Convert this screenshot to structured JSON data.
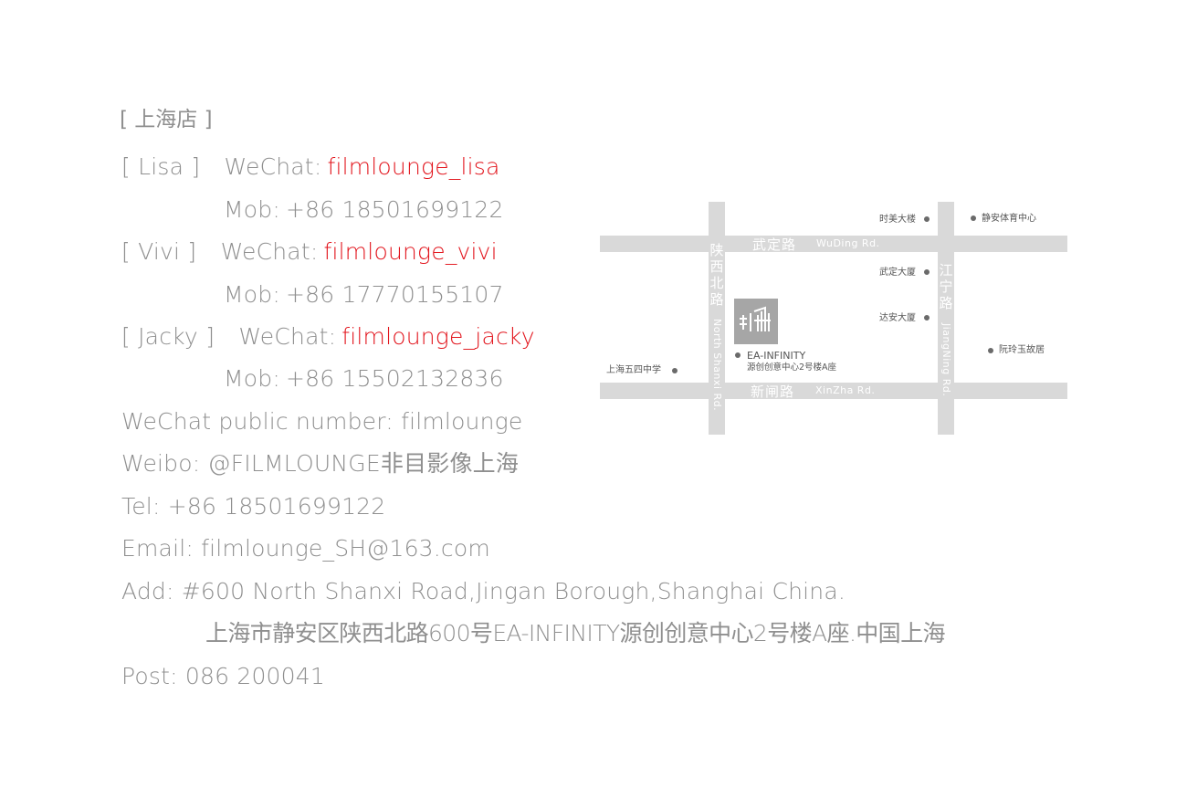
{
  "store_title": "[ 上海店 ]",
  "contacts": [
    {
      "name": "[ Lisa ]",
      "wechat_label": "WeChat",
      "wechat": "filmlounge_lisa",
      "mob_label": "Mob",
      "mob": "+86 18501699122"
    },
    {
      "name": "[ Vivi ]",
      "wechat_label": "WeChat",
      "wechat": "filmlounge_vivi",
      "mob_label": "Mob",
      "mob": "+86 17770155107"
    },
    {
      "name": "[ Jacky ]",
      "wechat_label": "WeChat",
      "wechat": "filmlounge_jacky",
      "mob_label": "Mob",
      "mob": "+86 15502132836"
    }
  ],
  "info": {
    "wechat_public": "WeChat public number: filmlounge",
    "weibo": "Weibo: @FILMLOUNGE非目影像上海",
    "tel": "Tel: +86 18501699122",
    "email": "Email: filmlounge_SH@163.com",
    "add": "Add: #600 North Shanxi Road,Jingan Borough,Shanghai China.",
    "add_cn": "上海市静安区陕西北路600号EA-INFINITY源创创意中心2号楼A座.中国上海",
    "post": "Post: 086 200041"
  },
  "map": {
    "roads": {
      "wuding_cn": "武定路",
      "wuding_en": "WuDing Rd.",
      "xinzha_cn": "新闸路",
      "xinzha_en": "XinZha Rd.",
      "shanxi_cn": "陕西北路",
      "shanxi_en": "North Shanxi Rd.",
      "jiangning_cn": "江宁路",
      "jiangning_en": "JiangNing Rd."
    },
    "pois": {
      "shimei": "时美大楼",
      "jingan_sports": "静安体育中心",
      "wuding_building": "武定大厦",
      "daan_building": "达安大厦",
      "ruanlingyu": "阮玲玉故居",
      "school54": "上海五四中学",
      "ea_name": "EA-INFINITY",
      "ea_cn": "源创创意中心2号楼A座"
    },
    "logo_icon": "ea-infinity-logo-icon",
    "colors": {
      "road": "#d9d9d9",
      "logo": "#a6a6a6",
      "accent": "#e2141c"
    }
  }
}
